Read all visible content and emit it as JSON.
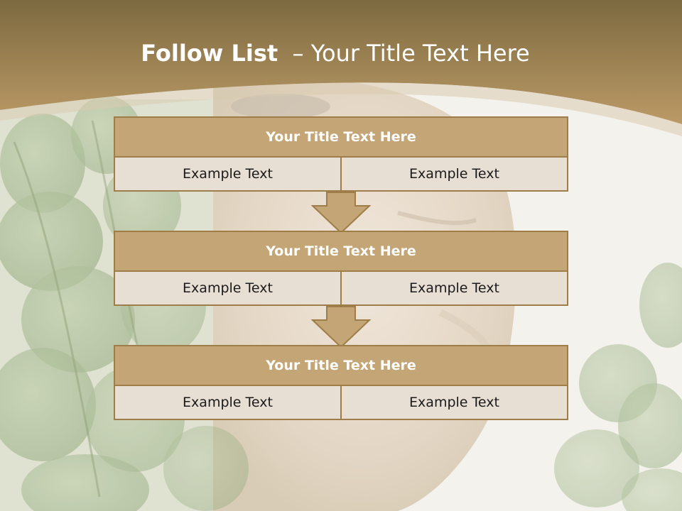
{
  "slide": {
    "title_bold": "Follow List",
    "title_rest": "– Your Title Text Here"
  },
  "steps": [
    {
      "title": "Your Title Text Here",
      "left": "Example Text",
      "right": "Example Text"
    },
    {
      "title": "Your Title Text Here",
      "left": "Example Text",
      "right": "Example Text"
    },
    {
      "title": "Your Title Text Here",
      "left": "Example Text",
      "right": "Example Text"
    }
  ],
  "colors": {
    "header_band": "#a88a58",
    "box_title_fill": "#c3a576",
    "box_cell_fill": "#e8dfd4",
    "box_border": "#9e7d48",
    "arrow_fill": "#c3a576",
    "title_text": "#ffffff"
  }
}
